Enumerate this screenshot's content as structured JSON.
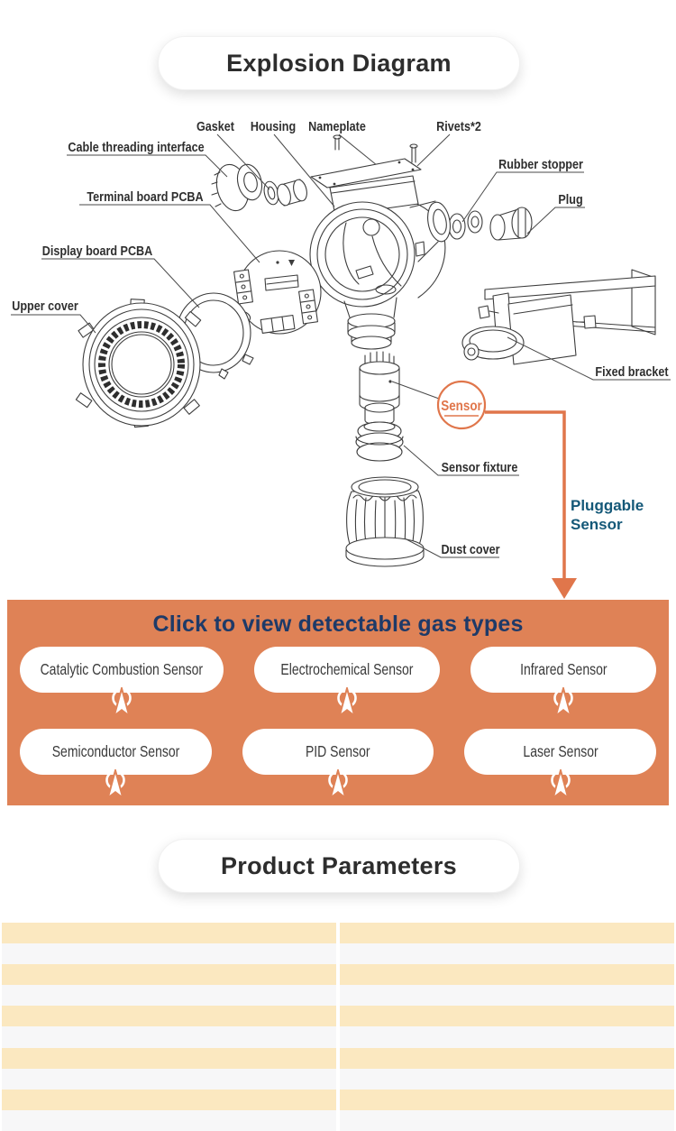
{
  "titles": {
    "explosion_diagram": "Explosion Diagram",
    "product_parameters": "Product Parameters"
  },
  "diagram": {
    "labels": {
      "gasket": "Gasket",
      "housing": "Housing",
      "nameplate": "Nameplate",
      "rivets": "Rivets*2",
      "cable_threading_interface": "Cable threading interface",
      "rubber_stopper": "Rubber stopper",
      "terminal_board_pcba": "Terminal board PCBA",
      "plug": "Plug",
      "display_board_pcba": "Display board PCBA",
      "upper_cover": "Upper cover",
      "fixed_bracket": "Fixed bracket",
      "sensor": "Sensor",
      "sensor_fixture": "Sensor fixture",
      "dust_cover": "Dust cover",
      "pluggable_sensor_line1": "Pluggable",
      "pluggable_sensor_line2": "Sensor"
    },
    "colors": {
      "line": "#3d3d3d",
      "accent_orange": "#E0764B",
      "pluggable_teal": "#145878"
    }
  },
  "gas_panel": {
    "heading": "Click to view detectable gas types",
    "colors": {
      "background": "#DF8256",
      "heading_text": "#1E3A68",
      "button_bg": "#FFFFFF",
      "button_text": "#3A3A3A"
    },
    "buttons": [
      {
        "label": "Catalytic Combustion Sensor"
      },
      {
        "label": "Electrochemical Sensor"
      },
      {
        "label": "Infrared Sensor"
      },
      {
        "label": "Semiconductor Sensor"
      },
      {
        "label": "PID Sensor"
      },
      {
        "label": "Laser Sensor"
      }
    ]
  },
  "parameters_table": {
    "visible_rows": 10,
    "columns": 2,
    "row_colors": {
      "odd": "#FBE8C0",
      "even": "#F7F7F8"
    }
  }
}
